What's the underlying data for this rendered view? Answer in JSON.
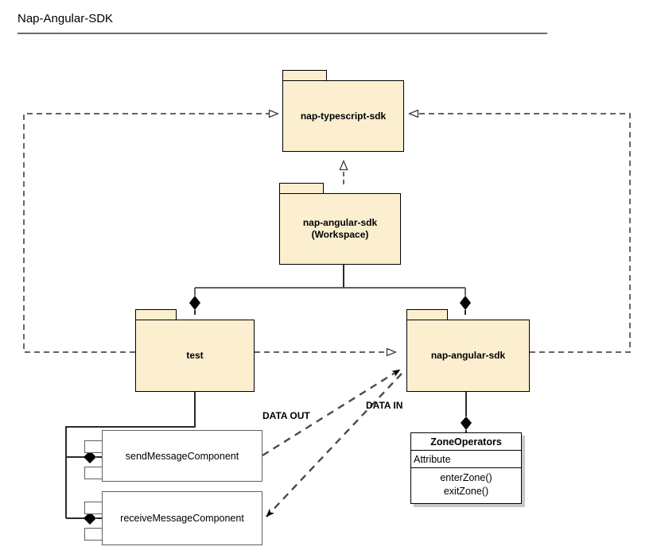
{
  "document": {
    "title": "Nap-Angular-SDK"
  },
  "diagram": {
    "kind": "uml-package-diagram",
    "packages": [
      {
        "id": "nap-typescript-sdk",
        "label": "nap-typescript-sdk"
      },
      {
        "id": "nap-angular-sdk-workspace",
        "label": "nap-angular-sdk\n(Workspace)"
      },
      {
        "id": "test",
        "label": "test"
      },
      {
        "id": "nap-angular-sdk",
        "label": "nap-angular-sdk"
      }
    ],
    "components": [
      {
        "id": "sendMessageComponent",
        "label": "sendMessageComponent"
      },
      {
        "id": "receiveMessageComponent",
        "label": "receiveMessageComponent"
      }
    ],
    "classes": [
      {
        "id": "ZoneOperators",
        "name": "ZoneOperators",
        "attributes": "Attribute",
        "operations": "enterZone()\nexitZone()"
      }
    ],
    "flow_labels": [
      {
        "id": "data-out",
        "label": "DATA OUT"
      },
      {
        "id": "data-in",
        "label": "DATA IN"
      }
    ],
    "colors": {
      "package_fill": "#fbefcf",
      "package_stroke": "#000000",
      "component_fill": "#ffffff",
      "component_stroke": "#5f5f5f",
      "class_stroke": "#000000",
      "class_shadow": "#c8c8c8",
      "connector": "#333333",
      "dashed_connector": "#4d4d4d",
      "title_rule": "#6b6b6b",
      "background": "#ffffff"
    }
  }
}
